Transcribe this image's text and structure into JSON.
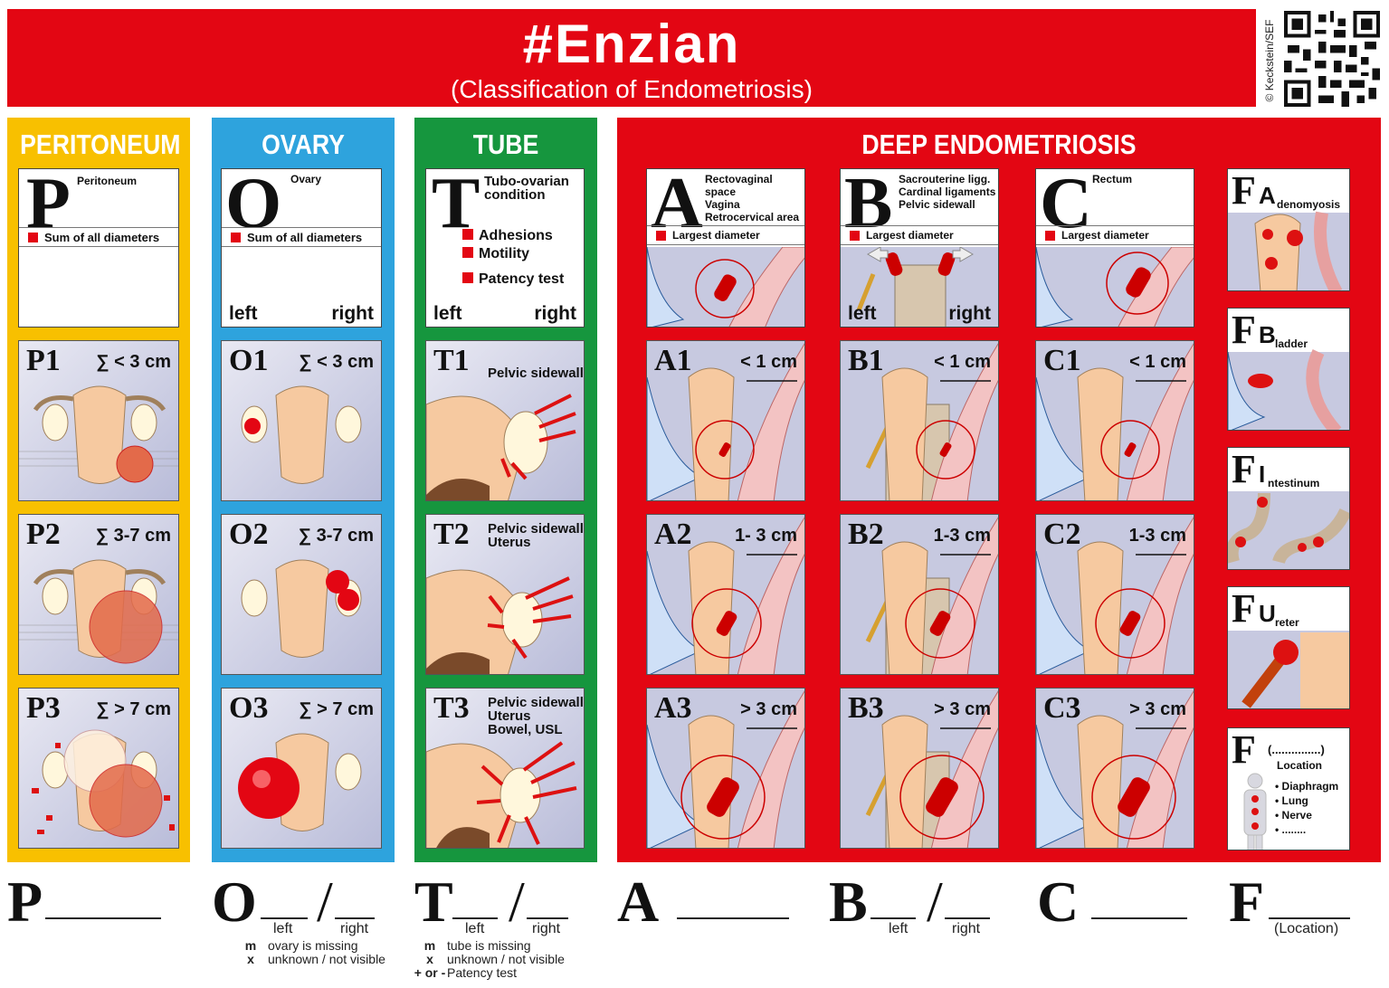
{
  "header": {
    "title": "#Enzian",
    "subtitle": "(Classification of Endometriosis)",
    "copyright": "© Keckstein/SEF"
  },
  "colors": {
    "red": "#e30613",
    "yellow": "#f8c000",
    "blue": "#2ea3dd",
    "green": "#16963e"
  },
  "peritoneum": {
    "heading": "PERITONEUM",
    "letter": "P",
    "name": "Peritoneum",
    "measure": "Sum of all diameters",
    "stages": [
      {
        "label": "P1",
        "value": "∑ < 3 cm"
      },
      {
        "label": "P2",
        "value": "∑ 3-7 cm"
      },
      {
        "label": "P3",
        "value": "∑ > 7 cm"
      }
    ]
  },
  "ovary": {
    "heading": "OVARY",
    "letter": "O",
    "name": "Ovary",
    "measure": "Sum of all diameters",
    "left": "left",
    "right": "right",
    "stages": [
      {
        "label": "O1",
        "value": "∑ < 3 cm"
      },
      {
        "label": "O2",
        "value": "∑ 3-7 cm"
      },
      {
        "label": "O3",
        "value": "∑ > 7 cm"
      }
    ]
  },
  "tube": {
    "heading": "TUBE",
    "letter": "T",
    "name": "Tubo-ovarian condition",
    "items": [
      "Adhesions",
      "Motility",
      "Patency test"
    ],
    "left": "left",
    "right": "right",
    "stages": [
      {
        "label": "T1",
        "desc": [
          "Pelvic sidewall"
        ]
      },
      {
        "label": "T2",
        "desc": [
          "Pelvic sidewall",
          "Uterus"
        ]
      },
      {
        "label": "T3",
        "desc": [
          "Pelvic sidewall",
          "Uterus",
          "Bowel, USL"
        ]
      }
    ]
  },
  "deep": {
    "heading": "DEEP ENDOMETRIOSIS",
    "measure": "Largest diameter",
    "compartments": [
      {
        "letter": "A",
        "desc": [
          "Rectovaginal space",
          "Vagina",
          "Retrocervical area"
        ],
        "stages": [
          {
            "label": "A1",
            "value": "< 1 cm"
          },
          {
            "label": "A2",
            "value": "1- 3 cm"
          },
          {
            "label": "A3",
            "value": "> 3 cm"
          }
        ]
      },
      {
        "letter": "B",
        "desc": [
          "Sacrouterine ligg.",
          "Cardinal ligaments",
          "Pelvic sidewall"
        ],
        "left": "left",
        "right": "right",
        "stages": [
          {
            "label": "B1",
            "value": "< 1 cm"
          },
          {
            "label": "B2",
            "value": "1-3 cm"
          },
          {
            "label": "B3",
            "value": "> 3 cm"
          }
        ]
      },
      {
        "letter": "C",
        "desc": [
          "Rectum"
        ],
        "stages": [
          {
            "label": "C1",
            "value": "< 1 cm"
          },
          {
            "label": "C2",
            "value": "1-3 cm"
          },
          {
            "label": "C3",
            "value": "> 3 cm"
          }
        ]
      }
    ],
    "f_items": [
      {
        "letter": "F",
        "sub": "A",
        "rest": "denomyosis"
      },
      {
        "letter": "F",
        "sub": "B",
        "rest": "ladder"
      },
      {
        "letter": "F",
        "sub": "I",
        "rest": "ntestinum"
      },
      {
        "letter": "F",
        "sub": "U",
        "rest": "reter"
      }
    ],
    "f_other": {
      "letter": "F",
      "paren": "(...............)",
      "location": "Location",
      "sites": [
        "• Diaphragm",
        "• Lung",
        "• Nerve",
        "• ........"
      ]
    }
  },
  "formula": {
    "P": "P",
    "O": "O",
    "T": "T",
    "A": "A",
    "B": "B",
    "C": "C",
    "F": "F",
    "slash": "/",
    "left": "left",
    "right": "right",
    "location": "(Location)",
    "ovary_legend": [
      {
        "k": "m",
        "v": "ovary is missing"
      },
      {
        "k": "x",
        "v": "unknown / not visible"
      }
    ],
    "tube_legend": [
      {
        "k": "m",
        "v": "tube is missing"
      },
      {
        "k": "x",
        "v": "unknown / not visible"
      },
      {
        "k": "+ or -",
        "v": "Patency test"
      }
    ]
  }
}
